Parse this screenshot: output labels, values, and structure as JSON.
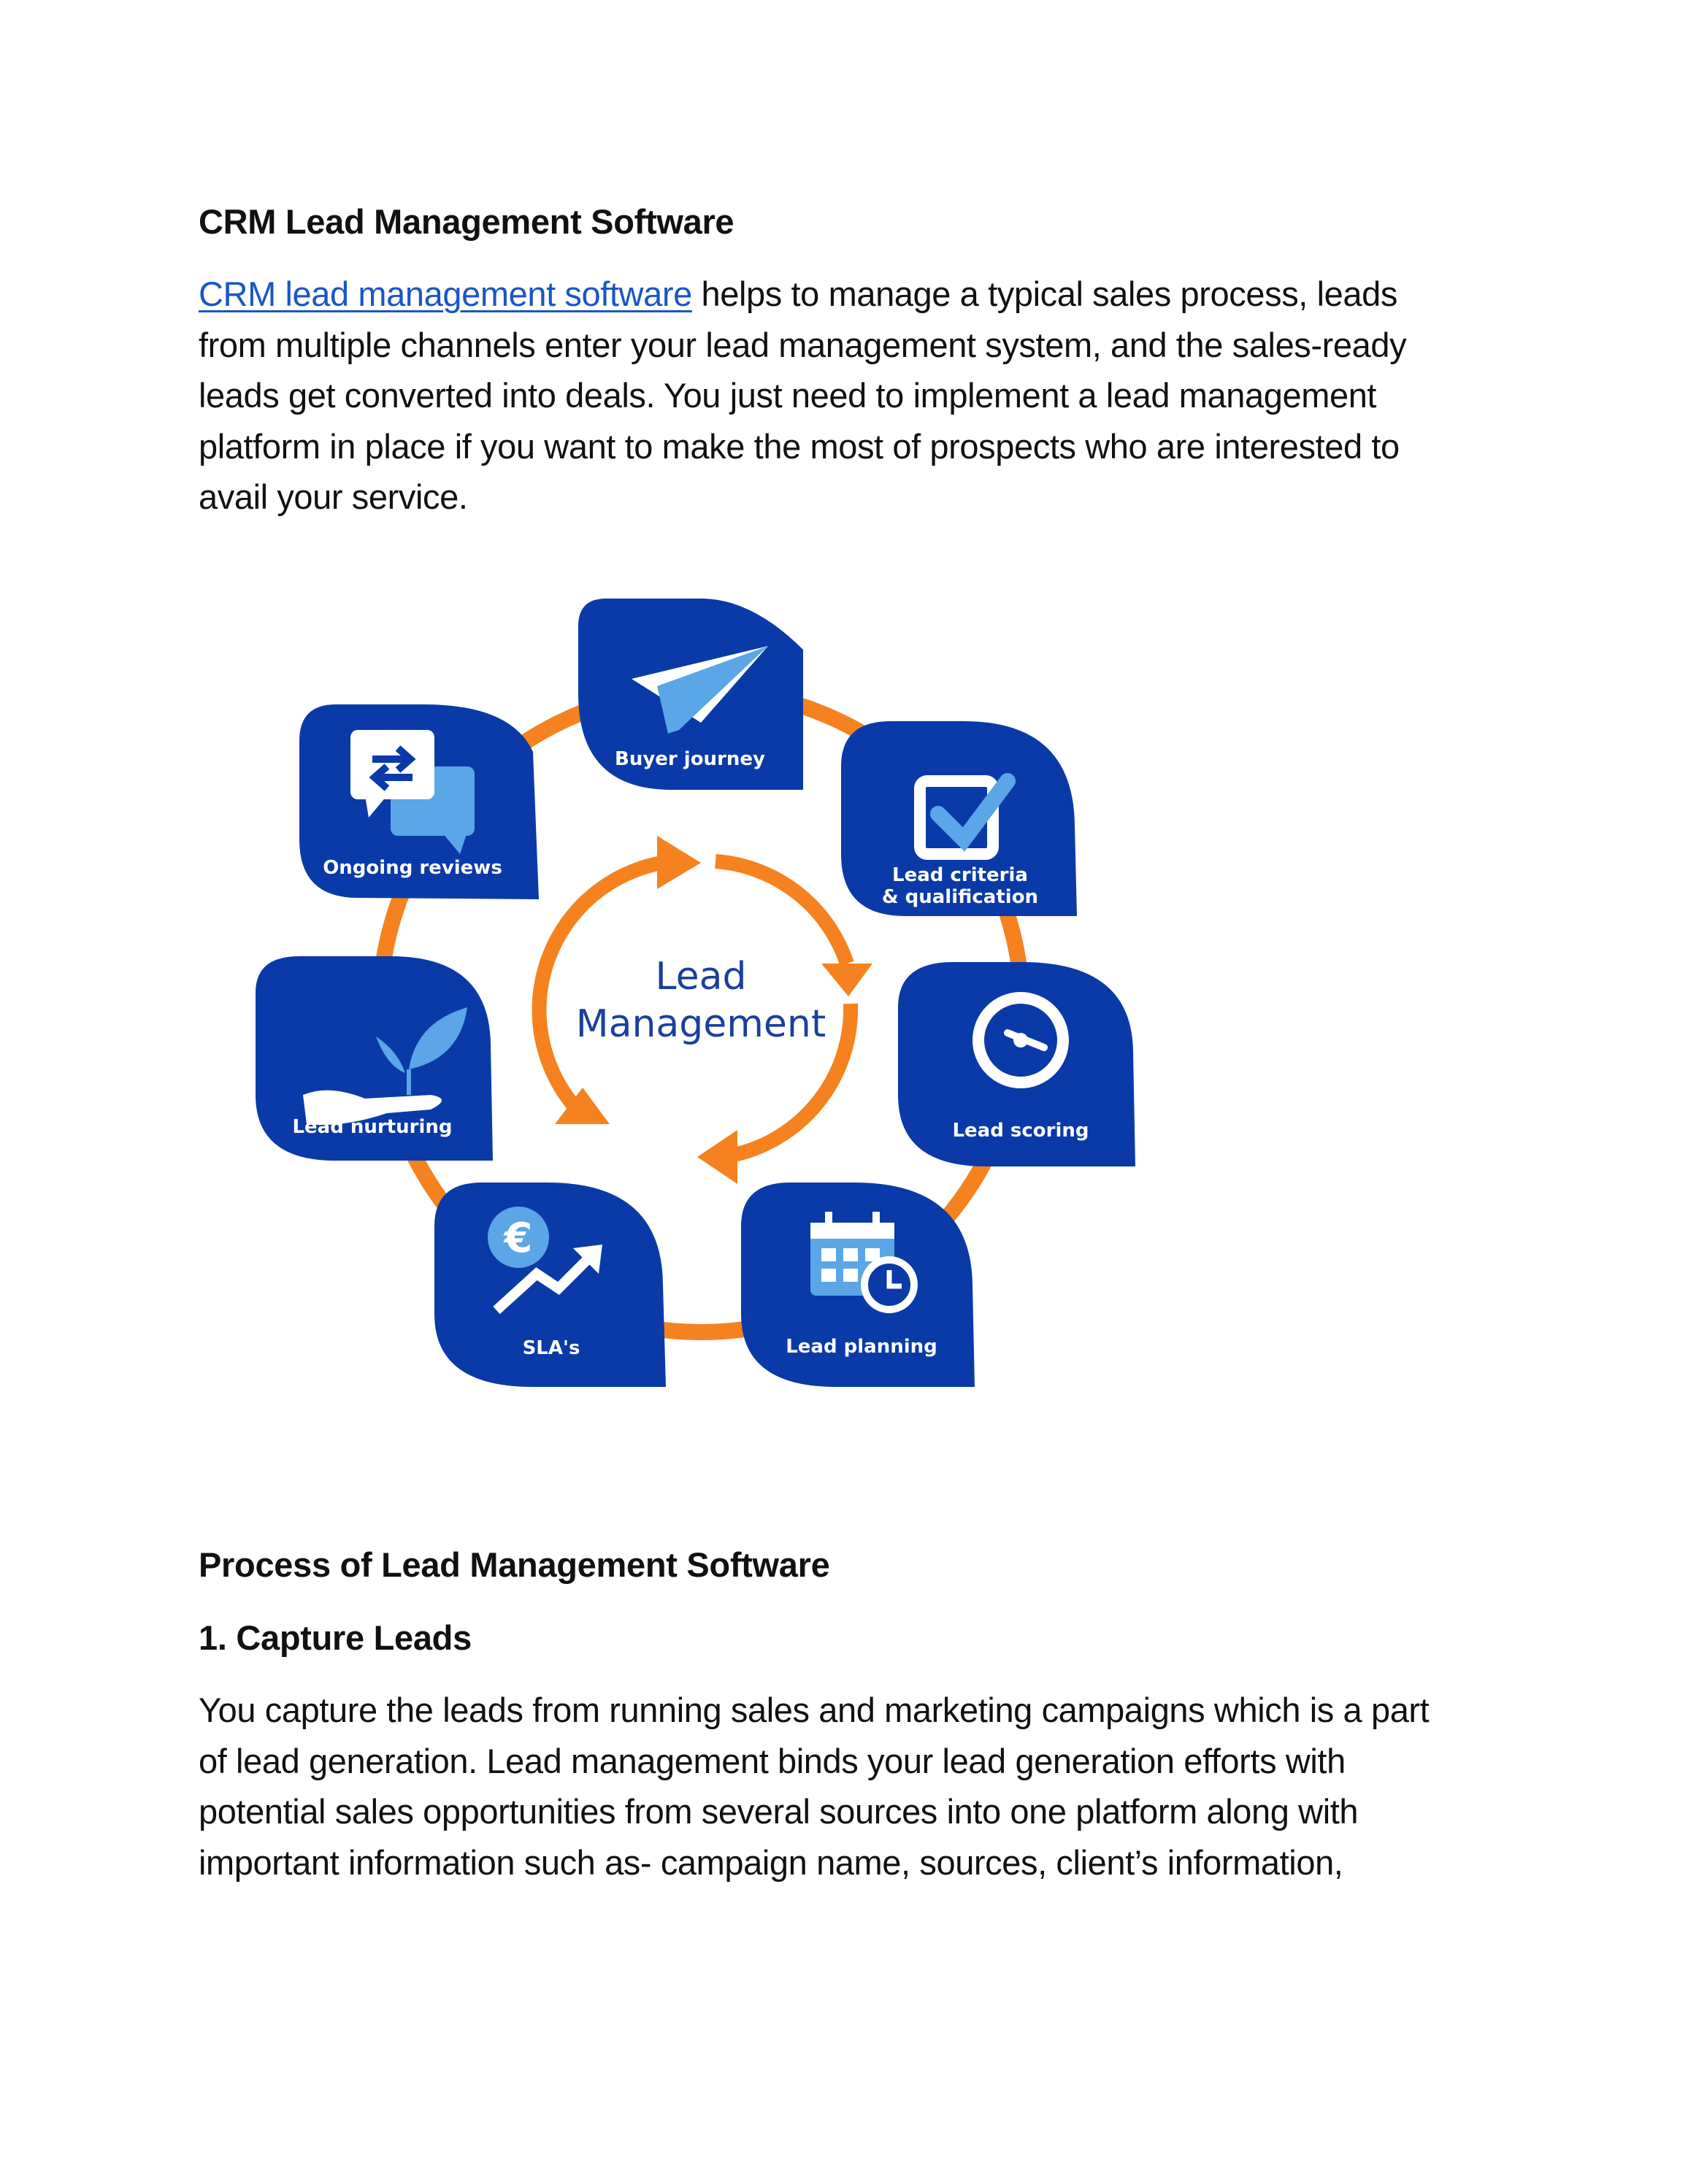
{
  "heading1": "CRM Lead Management Software",
  "intro": {
    "link_text": "CRM lead management software",
    "line1_rest": " helps to manage a typical sales process, leads",
    "line2": "from multiple channels enter your lead management system, and the sales-ready",
    "line3": "leads get converted into deals. You just need to implement a lead management",
    "line4": "platform in place if you want to make the most of prospects who are interested to",
    "line5": "avail your service."
  },
  "diagram": {
    "center_line1": "Lead",
    "center_line2": "Management",
    "nodes": {
      "buyer_journey": "Buyer journey",
      "lead_criteria_1": "Lead criteria",
      "lead_criteria_2": "& qualification",
      "lead_scoring": "Lead scoring",
      "lead_planning": "Lead planning",
      "slas": "SLA's",
      "lead_nurturing": "Lead nurturing",
      "ongoing_reviews": "Ongoing reviews"
    },
    "colors": {
      "node_blue": "#0a3aa8",
      "light_blue": "#5aa6e6",
      "orange": "#f5821f",
      "center_text": "#1b3f9e"
    }
  },
  "heading2": "Process of Lead Management Software",
  "heading3": "1. Capture Leads",
  "para2": {
    "line1": "You capture the leads from running sales and marketing campaigns which is a part",
    "line2": "of lead generation. Lead management binds your lead generation efforts with",
    "line3": "potential sales opportunities from several sources into one platform along with",
    "line4": "important information such as- campaign name, sources, client’s information,"
  }
}
